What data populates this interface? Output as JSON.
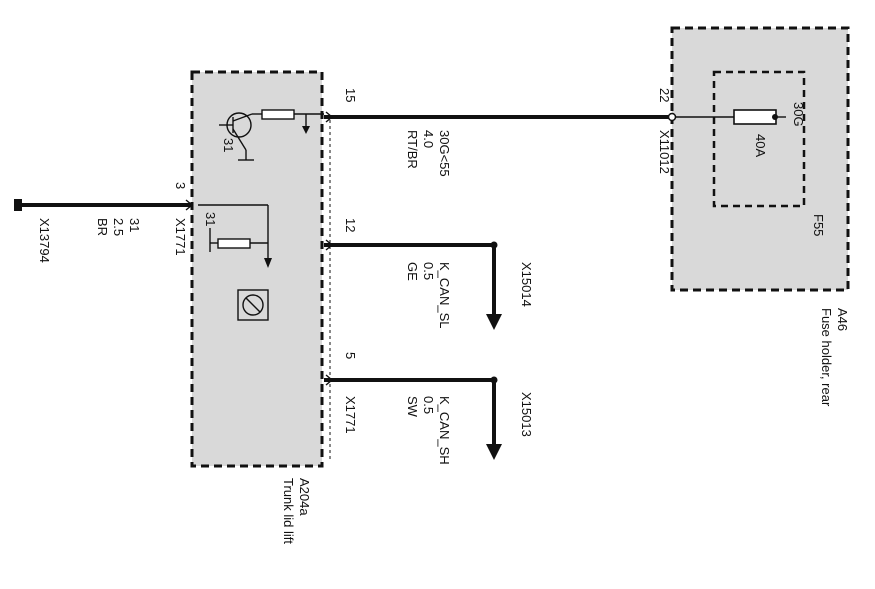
{
  "modules": {
    "trunk": {
      "ref": "A204a",
      "name": "Trunk lid lift"
    },
    "fuse_holder": {
      "ref": "A46",
      "name": "Fuse holder, rear",
      "fuse_ref": "F55",
      "fuse_rating": "40A",
      "fuse_term": "30G"
    }
  },
  "connectors": {
    "x1771_left": "X1771",
    "x1771_bottom": "X1771",
    "x11012": "X11012",
    "x13794": "X13794",
    "x15014": "X15014",
    "x15013": "X15013"
  },
  "pins": {
    "p3": "3",
    "p15": "15",
    "p12": "12",
    "p5": "5",
    "p22": "22",
    "ground_a": "31",
    "ground_b": "31"
  },
  "wires": {
    "w_left": {
      "signal": "31",
      "size": "2.5",
      "color": "BR"
    },
    "w_power": {
      "signal": "30G<55",
      "size": "4.0",
      "color": "RT/BR"
    },
    "w_can_l": {
      "signal": "K_CAN_SL",
      "size": "0.5",
      "color": "GE"
    },
    "w_can_h": {
      "signal": "K_CAN_SH",
      "size": "0.5",
      "color": "SW"
    }
  }
}
